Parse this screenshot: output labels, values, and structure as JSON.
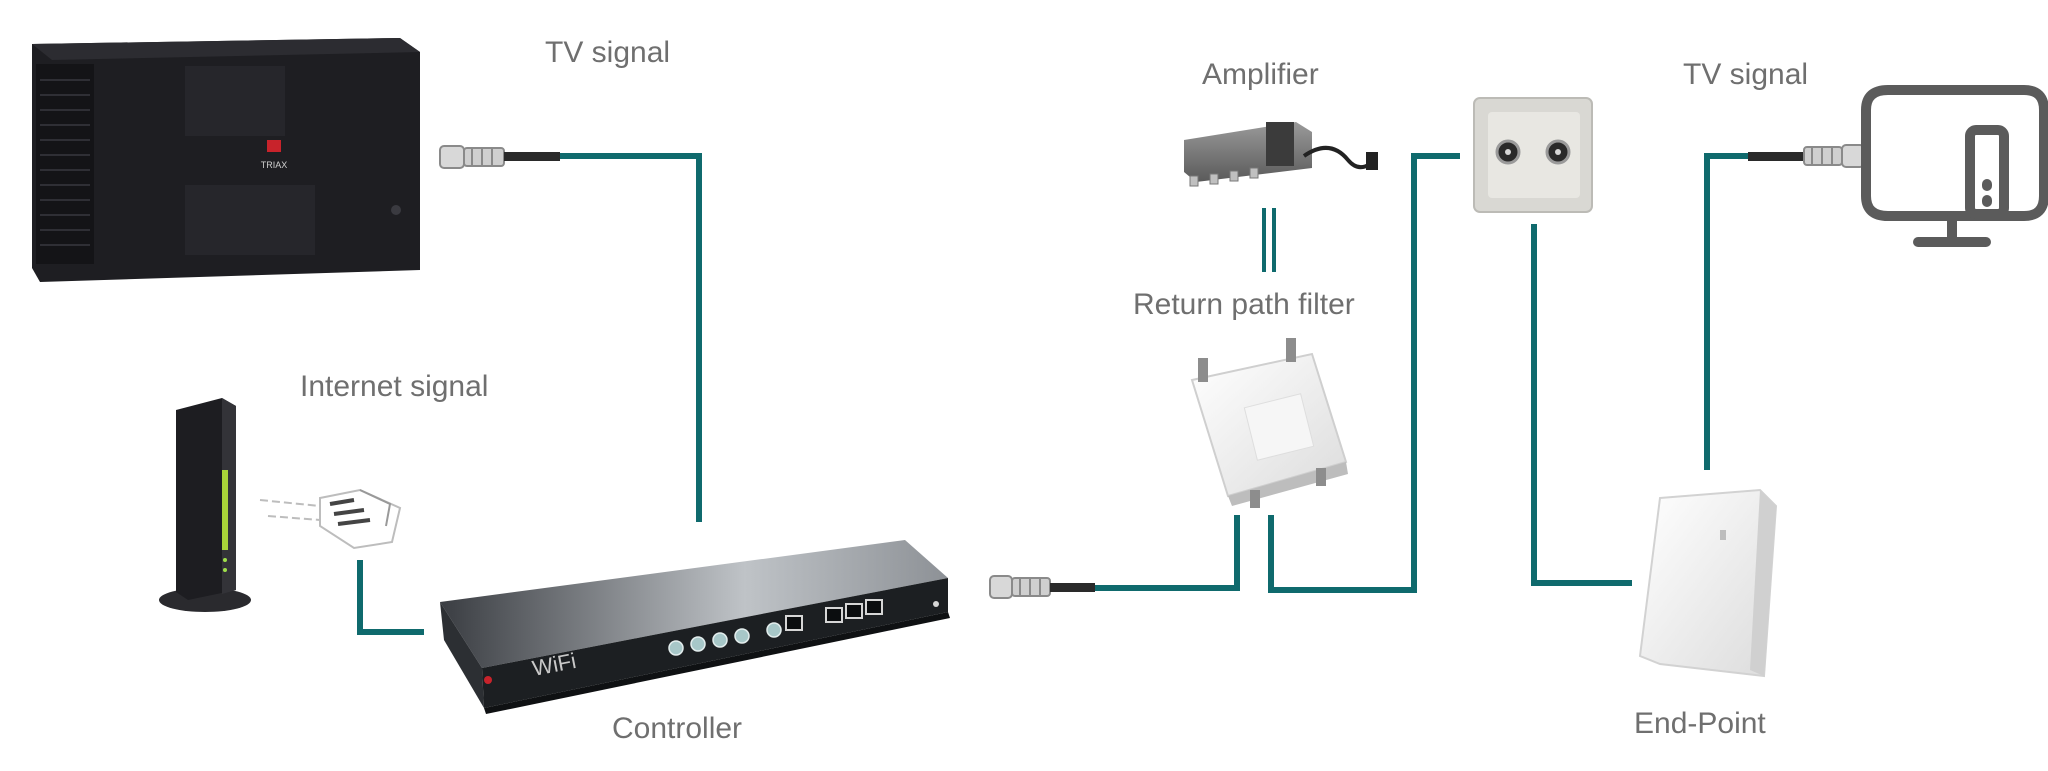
{
  "labels": {
    "tv_signal_left": "TV signal",
    "internet_signal": "Internet signal",
    "controller": "Controller",
    "amplifier": "Amplifier",
    "return_path_filter": "Return path filter",
    "tv_signal_right": "TV signal",
    "end_point": "End-Point"
  },
  "device_text": {
    "headend_brand": "TRIAX",
    "controller_wifi": "WiFi"
  },
  "colors": {
    "cable": "#0f6a6d",
    "label_text": "#6f6f6f",
    "device_dark": "#1e1e22",
    "device_light": "#ececec"
  },
  "icons": [
    "tv-monitor-icon",
    "coax-connector-icon",
    "ethernet-plug-icon"
  ]
}
